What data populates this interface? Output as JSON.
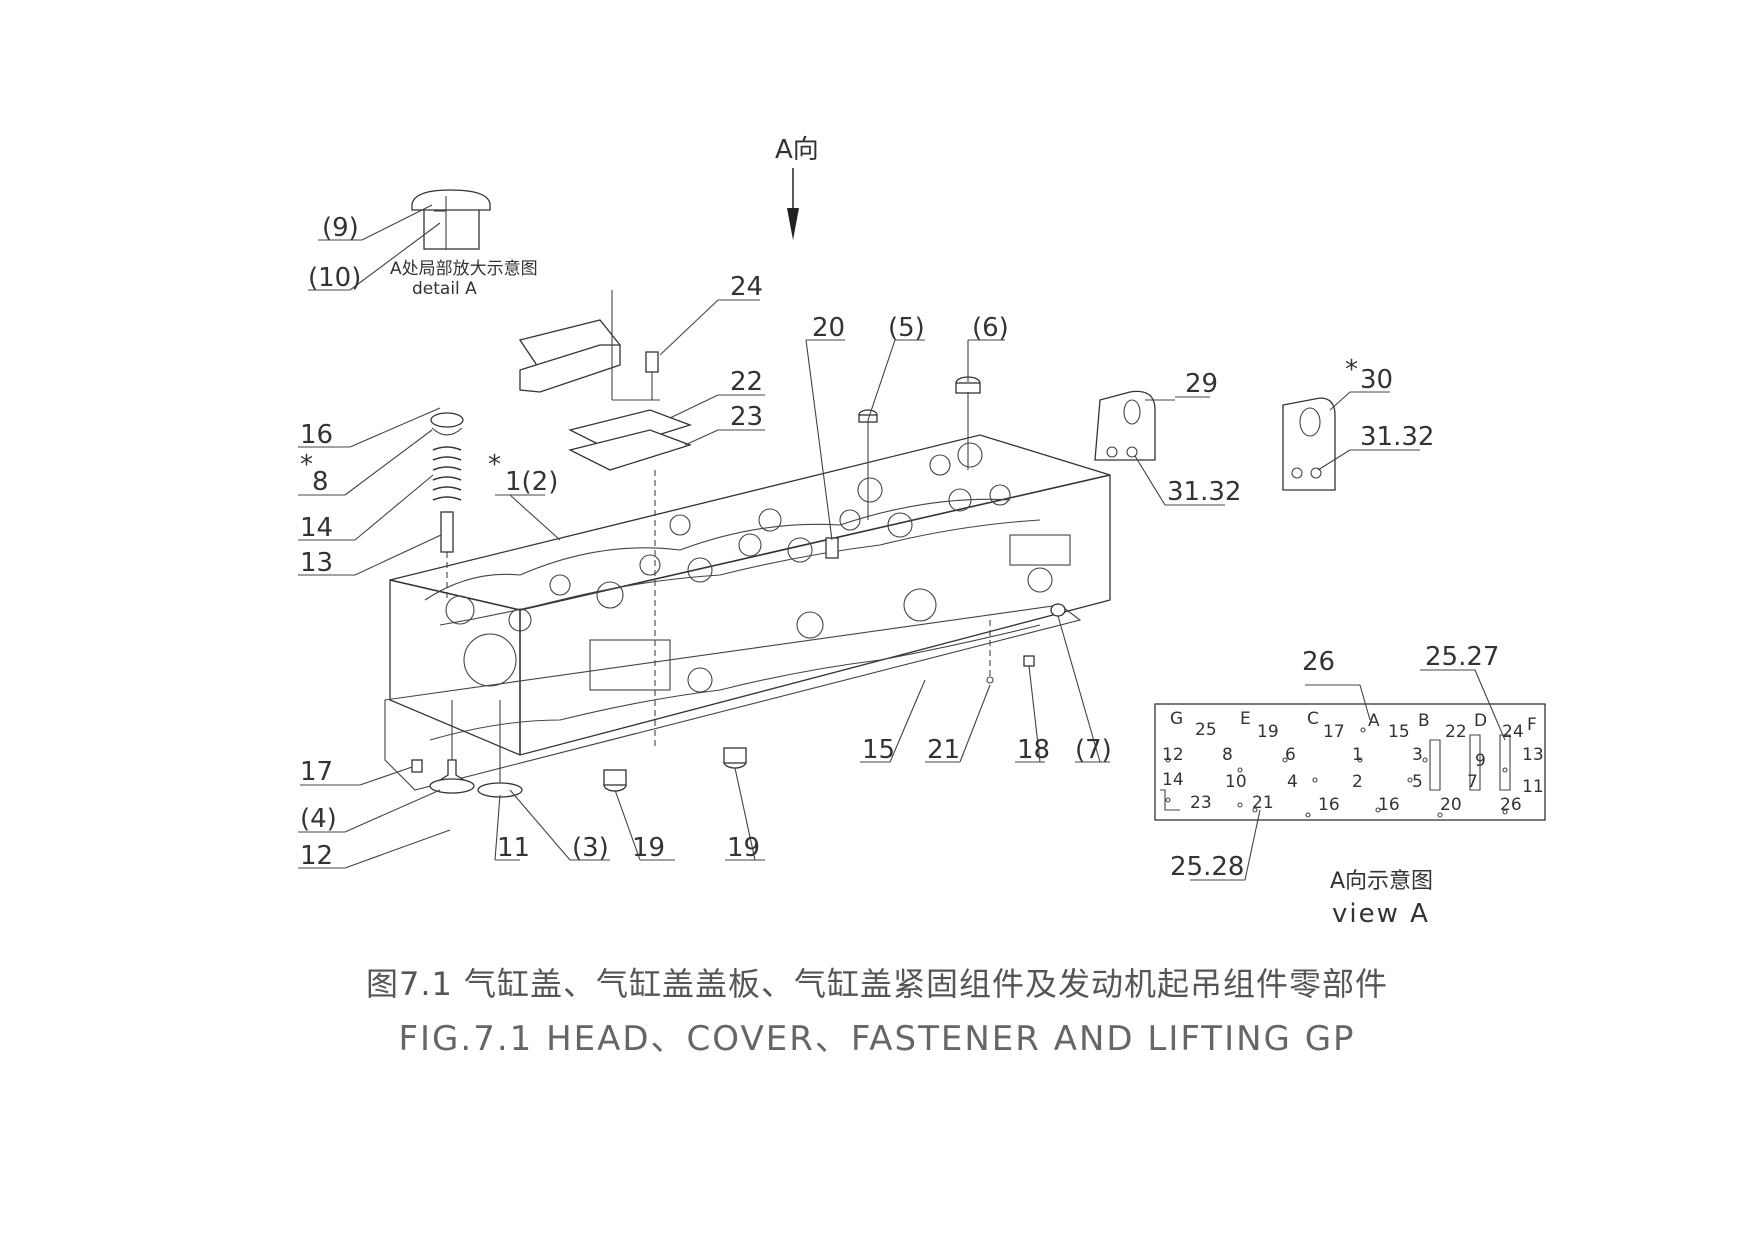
{
  "direction": {
    "label": "A向"
  },
  "detail_a": {
    "title": "A处局部放大示意图",
    "subtitle": "detail A",
    "callouts": [
      "(9)",
      "(10)"
    ]
  },
  "callouts": {
    "c24": "24",
    "c22": "22",
    "c23": "23",
    "c20": "20",
    "c5": "(5)",
    "c6": "(6)",
    "c16": "16",
    "c8": "8",
    "c14": "14",
    "c13": "13",
    "c1": "1(2)",
    "c17": "17",
    "c4": "(4)",
    "c12": "12",
    "c11": "11",
    "c3": "(3)",
    "c19a": "19",
    "c19b": "19",
    "c15": "15",
    "c21": "21",
    "c18": "18",
    "c7": "(7)"
  },
  "lifting": {
    "c29": "29",
    "c30": "30",
    "c3132a": "31.32",
    "c3132b": "31.32"
  },
  "view_a": {
    "c26": "26",
    "c2527": "25.27",
    "c2528": "25.28",
    "title": "A向示意图",
    "subtitle": "view A",
    "grid": [
      "G",
      "25",
      "E",
      "19",
      "C",
      "17",
      "A",
      "15",
      "B",
      "22",
      "D",
      "24",
      "F",
      "12",
      "8",
      "6",
      "1",
      "3",
      "9",
      "13",
      "14",
      "10",
      "4",
      "2",
      "5",
      "7",
      "11",
      "23",
      "21",
      "16",
      "16",
      "20",
      "26"
    ]
  },
  "caption": {
    "cn": "图7.1 气缸盖、气缸盖盖板、气缸盖紧固组件及发动机起吊组件零部件",
    "en": "FIG.7.1 HEAD、COVER、FASTENER AND LIFTING GP"
  }
}
